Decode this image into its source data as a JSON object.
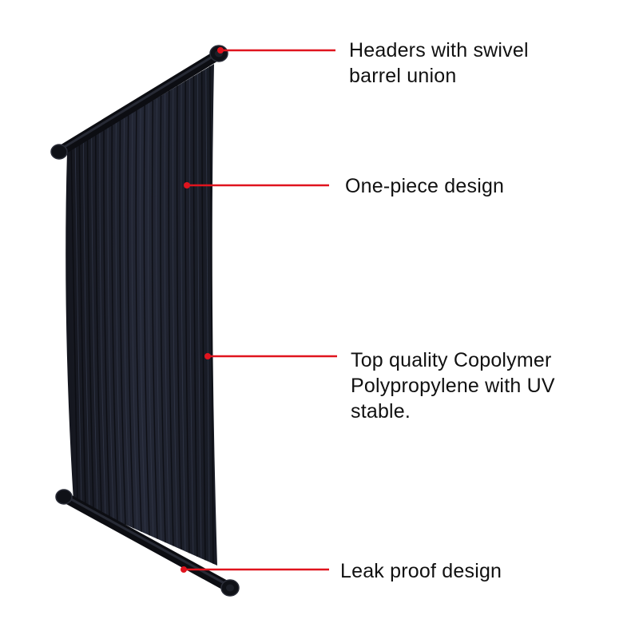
{
  "colors": {
    "background": "#ffffff",
    "panel": "#1c1f29",
    "panel_dark": "#101219",
    "pipe": "#15171e",
    "callout": "#e0141e",
    "text": "#111111"
  },
  "callouts": [
    {
      "lines": [
        "Headers with swivel",
        "barrel union"
      ]
    },
    {
      "lines": [
        "One-piece design"
      ]
    },
    {
      "lines": [
        "Top quality Copolymer",
        "Polypropylene with UV",
        "stable."
      ]
    },
    {
      "lines": [
        "Leak proof design"
      ]
    }
  ]
}
